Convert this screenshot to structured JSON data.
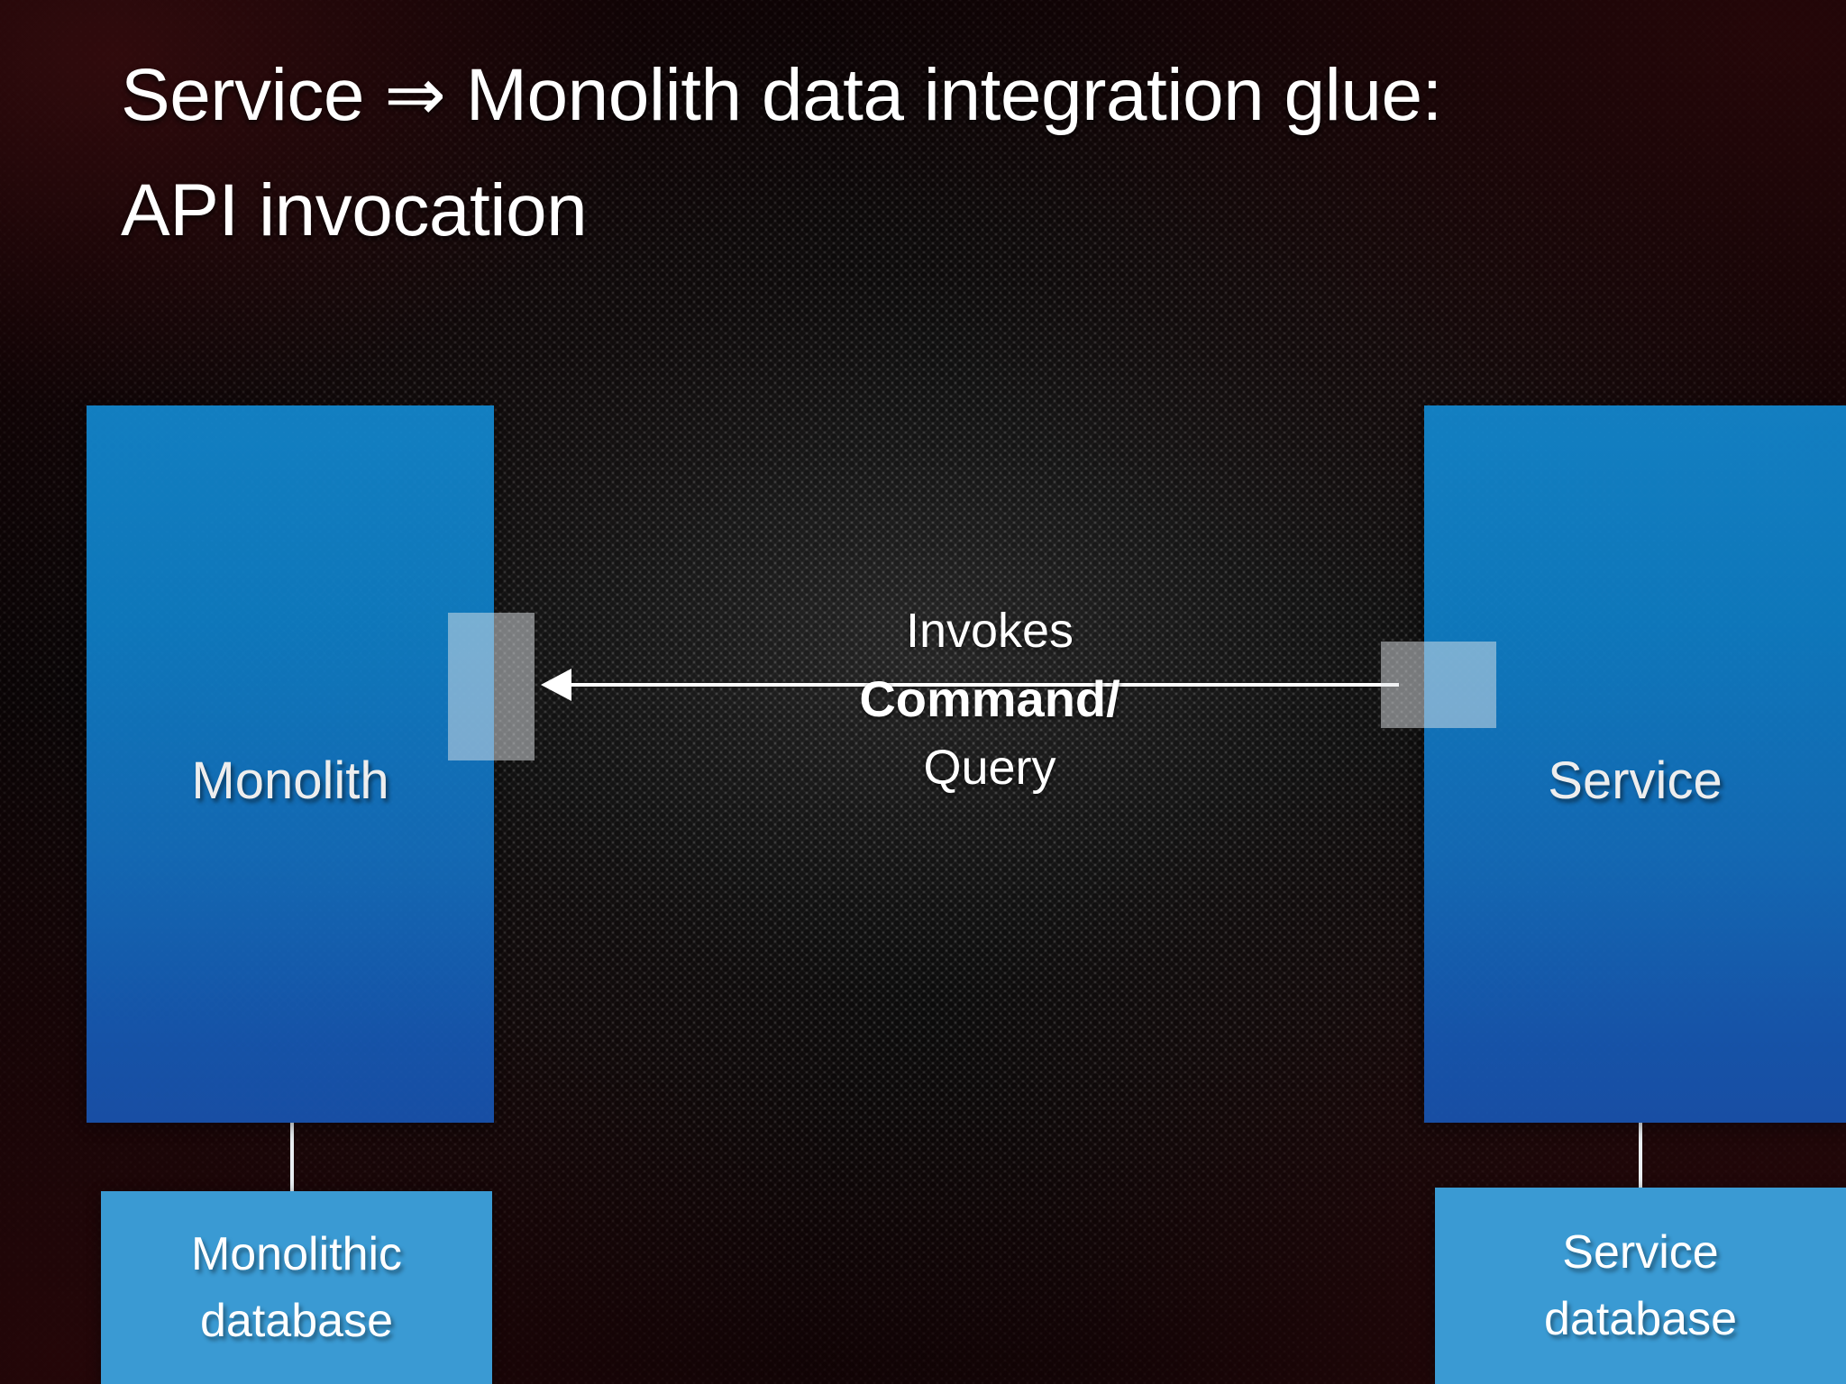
{
  "slide": {
    "title": {
      "line1": "Service ⇒ Monolith data integration glue:",
      "line2": "API invocation"
    },
    "background": {
      "style": "perforated-dark-metal-mesh",
      "base_color": "#2e2e2e",
      "vignette_tint": "#3e0c10"
    },
    "nodes": [
      {
        "id": "monolith",
        "label": "Monolith",
        "color_top": "#1388cf",
        "color_bottom": "#1854b0",
        "database": {
          "id": "monolith-database",
          "line1": "Monolithic",
          "line2": "database",
          "color": "#3a9ad3"
        }
      },
      {
        "id": "service",
        "label": "Service",
        "color_top": "#1388cf",
        "color_bottom": "#1854b0",
        "database": {
          "id": "service-database",
          "line1": "Service",
          "line2": "database",
          "color": "#3a9ad3"
        }
      }
    ],
    "connection": {
      "direction": "service-to-monolith",
      "arrow_color": "#ffffff",
      "caption_line1": "Invokes",
      "caption_line2": "Command/",
      "caption_line3": "Query",
      "caption_line2_weight": "bold"
    },
    "connectors": {
      "left_port_color": "rgba(226,230,233,0.50)",
      "right_port_color": "rgba(226,230,233,0.50)"
    }
  }
}
